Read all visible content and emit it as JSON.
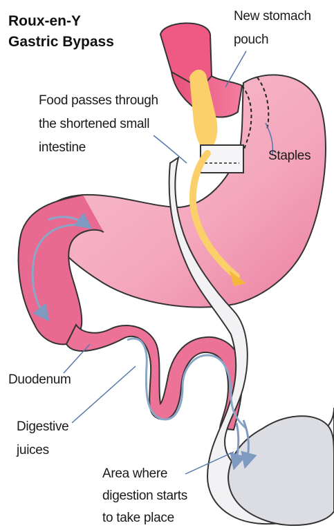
{
  "title": {
    "line1": "Roux-en-Y",
    "line2": "Gastric Bypass"
  },
  "labels": {
    "pouch": {
      "line1": "New stomach",
      "line2": "pouch"
    },
    "food": {
      "line1": "Food passes through",
      "line2": "the shortened small",
      "line3": "intestine"
    },
    "staples": "Staples",
    "duodenum": "Duodenum",
    "juices": {
      "line1": "Digestive",
      "line2": "juices"
    },
    "digestion": {
      "line1": "Area where",
      "line2": "digestion starts",
      "line3": "to take place"
    }
  },
  "colors": {
    "stomach": "#f4a7bd",
    "stomach_dark": "#e2587f",
    "pouch": "#ee5a83",
    "food": "#fbd06a",
    "intestine": "#f2f2f4",
    "intestine_outline": "#9aa0ac",
    "juice_arrow": "#8aa6c8",
    "leader_line": "#5577aa",
    "outline": "#333333"
  }
}
